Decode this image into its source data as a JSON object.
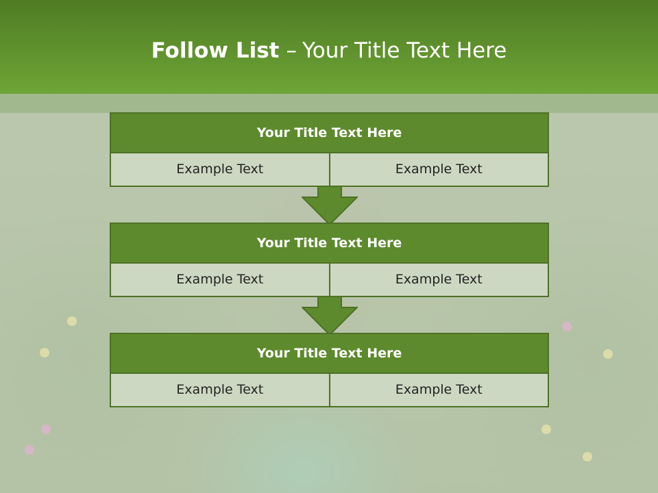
{
  "title": {
    "bold": "Follow List",
    "separator": "–",
    "rest": "Your Title Text Here"
  },
  "colors": {
    "header": "#6ea536",
    "box_title": "#5d8a2d",
    "box_border": "#4e7126",
    "cell": "#cdd8c2",
    "arrow": "#5d8a2d"
  },
  "steps": [
    {
      "title": "Your Title Text Here",
      "left": "Example Text",
      "right": "Example Text"
    },
    {
      "title": "Your Title Text Here",
      "left": "Example Text",
      "right": "Example Text"
    },
    {
      "title": "Your Title Text Here",
      "left": "Example Text",
      "right": "Example Text"
    }
  ],
  "arrows": [
    {
      "icon": "down-arrow-icon"
    },
    {
      "icon": "down-arrow-icon"
    }
  ]
}
